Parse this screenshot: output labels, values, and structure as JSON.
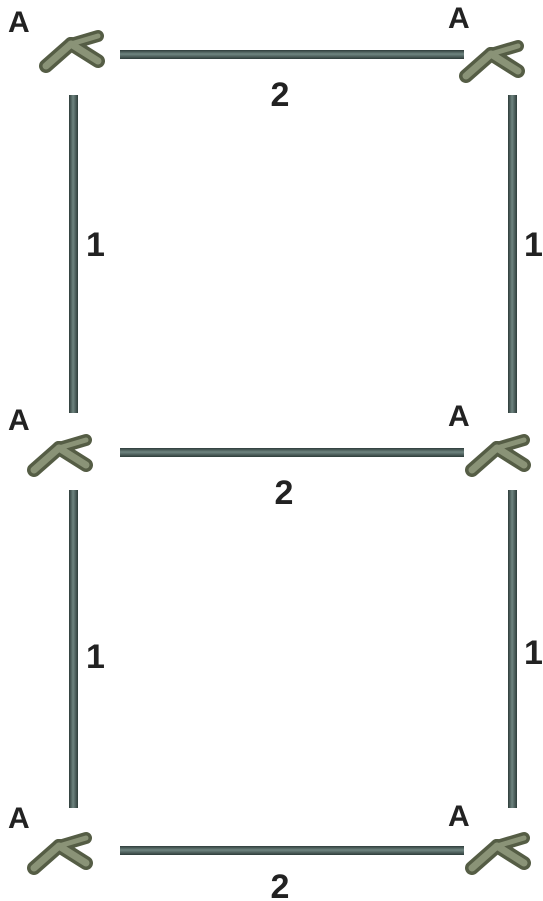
{
  "diagram": {
    "connector_label": "A",
    "vertical_pipe_label": "1",
    "horizontal_pipe_label": "2"
  },
  "colors": {
    "pipe": "#3d4f4c",
    "pipe_highlight": "#6f8580",
    "connector": "#7a8367",
    "connector_dark": "#555d45",
    "label": "#222222"
  },
  "icons": {
    "connector": "elbow-connector-icon"
  }
}
